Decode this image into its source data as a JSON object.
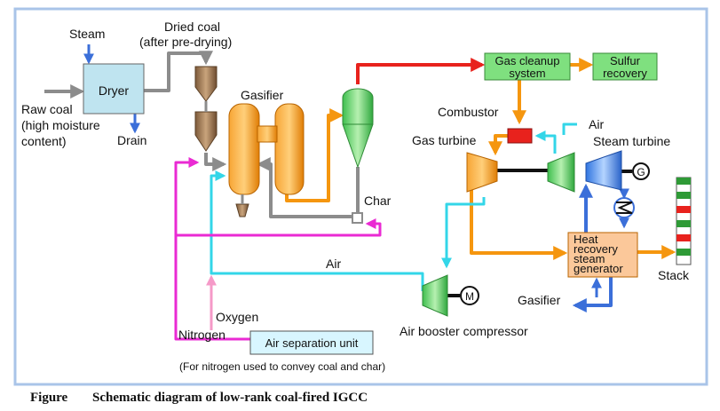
{
  "labels": {
    "steam": "Steam",
    "dried_coal_1": "Dried coal",
    "dried_coal_2": "(after pre-drying)",
    "dryer": "Dryer",
    "raw_coal_1": "Raw coal",
    "raw_coal_2": "(high moisture",
    "raw_coal_3": "content)",
    "drain": "Drain",
    "gasifier": "Gasifier",
    "gas_cleanup_1": "Gas cleanup",
    "gas_cleanup_2": "system",
    "sulfur_1": "Sulfur",
    "sulfur_2": "recovery",
    "combustor": "Combustor",
    "gas_turbine": "Gas turbine",
    "air_top": "Air",
    "steam_turbine": "Steam turbine",
    "generator": "G",
    "char": "Char",
    "air_mid": "Air",
    "hrsg_1": "Heat",
    "hrsg_2": "recovery",
    "hrsg_3": "steam",
    "hrsg_4": "generator",
    "stack": "Stack",
    "gasifier_return": "Gasifier",
    "motor": "M",
    "air_booster": "Air booster compressor",
    "oxygen": "Oxygen",
    "nitrogen": "Nitrogen",
    "asu": "Air separation unit",
    "asu_note": "(For nitrogen used to convey coal and char)"
  },
  "caption": {
    "prefix": "Figure",
    "text": "Schematic diagram of low-rank coal-fired IGCC"
  },
  "colors": {
    "frame": "#a9c4e8",
    "coal_line": "#8c8c8c",
    "steam_blue": "#3b6fd9",
    "syngas_red": "#e8221d",
    "orange": "#f5960f",
    "cyan": "#33d6e8",
    "magenta": "#ea2ad3",
    "pink": "#f59ac8",
    "dryer_fill": "#bfe4f0",
    "cleanup_fill": "#7fe07f",
    "hrsg_fill": "#fbc89a",
    "asu_fill": "#d8f6ff",
    "gasifier_fill": "#f08c12",
    "turbine_fill": "#5ccf6a",
    "steam_turbine_fill": "#4a8ff0"
  }
}
